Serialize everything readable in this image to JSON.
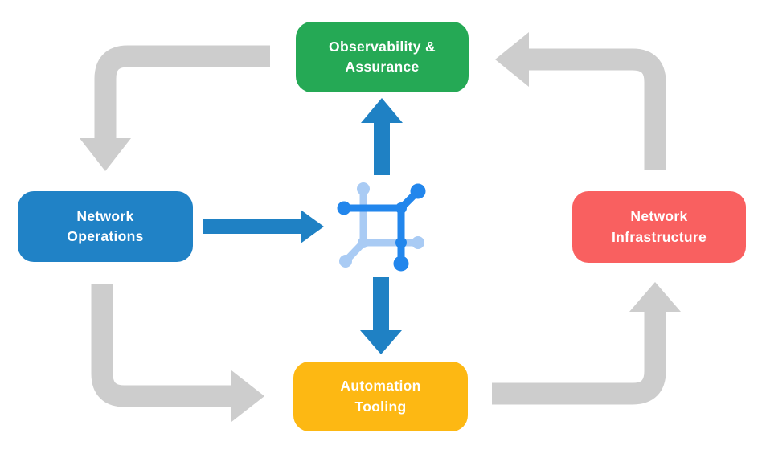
{
  "diagram": {
    "background": "#FFFFFF",
    "nodes": {
      "observability": {
        "label": "Observability &\nAssurance",
        "color": "#25A955"
      },
      "operations": {
        "label": "Network\nOperations",
        "color": "#2082C6"
      },
      "infrastructure": {
        "label": "Network\nInfrastructure",
        "color": "#F96060"
      },
      "automation": {
        "label": "Automation\nTooling",
        "color": "#FDB813"
      }
    },
    "center_icon": {
      "name": "network-mesh-icon",
      "dark_blue": "#2286EC",
      "light_blue": "#A9CBF4"
    },
    "flows": {
      "gray_color": "#CDCDCD",
      "blue_color": "#1F81C4",
      "cycle": [
        {
          "from": "Observability & Assurance",
          "to": "Network Operations",
          "style": "gray"
        },
        {
          "from": "Network Operations",
          "to": "Automation Tooling",
          "style": "gray"
        },
        {
          "from": "Automation Tooling",
          "to": "Network Infrastructure",
          "style": "gray"
        },
        {
          "from": "Network Infrastructure",
          "to": "Observability & Assurance",
          "style": "gray"
        },
        {
          "from": "Network Operations",
          "to": "center-icon",
          "style": "blue"
        },
        {
          "from": "center-icon",
          "to": "Observability & Assurance",
          "style": "blue"
        },
        {
          "from": "center-icon",
          "to": "Automation Tooling",
          "style": "blue"
        }
      ]
    }
  }
}
